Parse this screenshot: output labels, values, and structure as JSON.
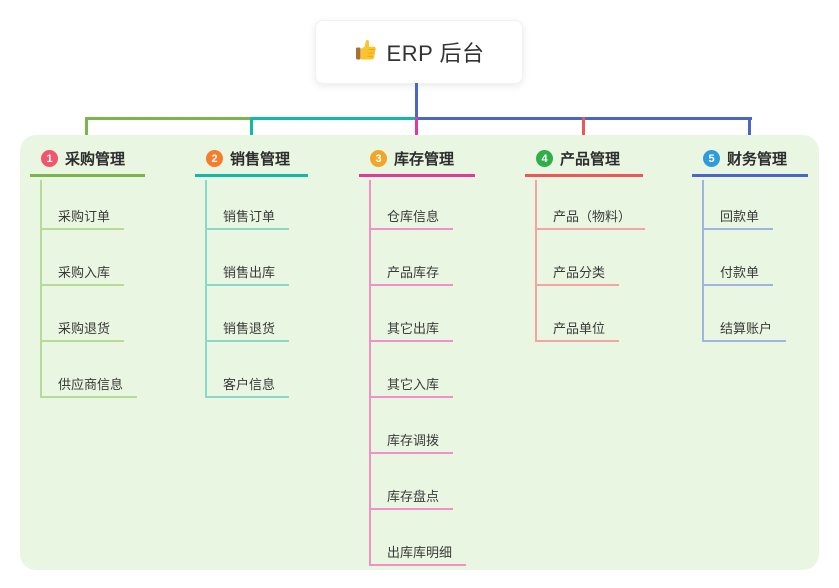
{
  "root": {
    "title": "ERP 后台",
    "icon": "thumbs-up-icon",
    "connector_color": "#4a66c8"
  },
  "branches": [
    {
      "num": "1",
      "label": "采购管理",
      "badge_color": "#f0566e",
      "line_color": "#7ab648",
      "child_line_color": "#b5dc96",
      "children": [
        "采购订单",
        "采购入库",
        "采购退货",
        "供应商信息"
      ]
    },
    {
      "num": "2",
      "label": "销售管理",
      "badge_color": "#f57d2c",
      "line_color": "#14b8a6",
      "child_line_color": "#8ad8cb",
      "children": [
        "销售订单",
        "销售出库",
        "销售退货",
        "客户信息"
      ]
    },
    {
      "num": "3",
      "label": "库存管理",
      "badge_color": "#f0a728",
      "line_color": "#e03a9e",
      "child_line_color": "#f092c9",
      "children": [
        "仓库信息",
        "产品库存",
        "其它出库",
        "其它入库",
        "库存调拨",
        "库存盘点",
        "出库库明细"
      ]
    },
    {
      "num": "4",
      "label": "产品管理",
      "badge_color": "#2fae4a",
      "line_color": "#f05657",
      "child_line_color": "#f8a3a3",
      "children": [
        "产品（物料）",
        "产品分类",
        "产品单位"
      ]
    },
    {
      "num": "5",
      "label": "财务管理",
      "badge_color": "#2d9cd9",
      "line_color": "#4a66c8",
      "child_line_color": "#a0b3e3",
      "children": [
        "回款单",
        "付款单",
        "结算账户"
      ]
    }
  ],
  "panel_color": "#e9f6e1"
}
